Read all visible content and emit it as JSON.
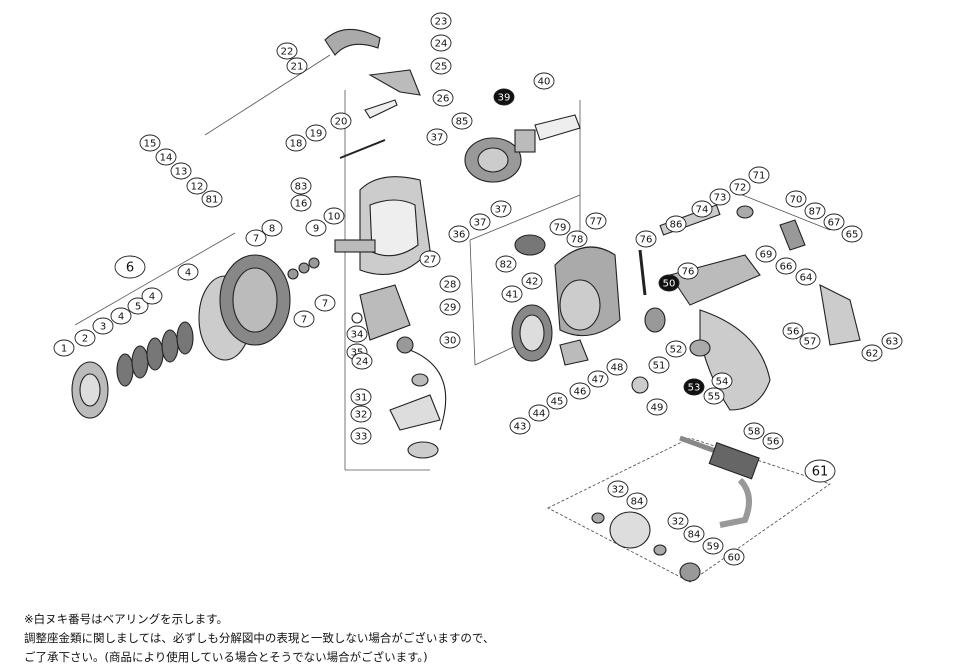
{
  "diagram": {
    "callouts": [
      "1",
      "2",
      "3",
      "4",
      "5",
      "6",
      "7",
      "8",
      "9",
      "10",
      "12",
      "13",
      "14",
      "15",
      "16",
      "18",
      "19",
      "20",
      "21",
      "22",
      "23",
      "24",
      "25",
      "26",
      "27",
      "28",
      "29",
      "30",
      "31",
      "32",
      "33",
      "34",
      "35",
      "36",
      "37",
      "39",
      "40",
      "41",
      "42",
      "43",
      "44",
      "45",
      "46",
      "47",
      "48",
      "49",
      "50",
      "51",
      "52",
      "53",
      "54",
      "55",
      "56",
      "57",
      "58",
      "59",
      "60",
      "61",
      "62",
      "63",
      "64",
      "65",
      "66",
      "67",
      "69",
      "70",
      "71",
      "72",
      "73",
      "74",
      "76",
      "77",
      "78",
      "79",
      "81",
      "82",
      "83",
      "84",
      "85",
      "86",
      "87"
    ],
    "highlighted_callouts": [
      "39",
      "50",
      "53"
    ],
    "group_callouts": [
      "6",
      "61"
    ]
  },
  "notes": {
    "line1": "※白ヌキ番号はベアリングを示します。",
    "line2": "調整座金類に関しましては、必ずしも分解図中の表現と一致しない場合がございますので、",
    "line3": "ご了承下さい。(商品により使用している場合とそうでない場合がございます。)"
  }
}
